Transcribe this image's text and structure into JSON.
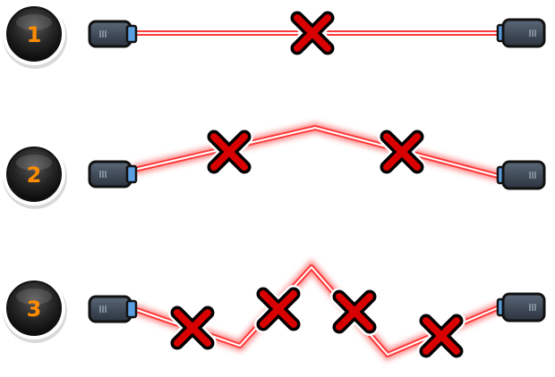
{
  "accent_colors": {
    "laser_glow": "#ff4a4a",
    "laser_core": "#ffffff",
    "badge_number": "#ff8c00",
    "cross_fill": "#d80000",
    "cross_outline": "#000000",
    "emitter_body": "#3c4654",
    "emitter_tip": "#5aa0e0"
  },
  "levels": [
    {
      "number": "1",
      "mirrors": 0,
      "blockers": 1
    },
    {
      "number": "2",
      "mirrors": 1,
      "blockers": 2
    },
    {
      "number": "3",
      "mirrors": 3,
      "blockers": 4
    }
  ],
  "icons": {
    "badge": "level-badge-icon",
    "emitter": "laser-emitter-icon",
    "receiver": "laser-receiver-icon",
    "blocker": "red-x-icon"
  }
}
